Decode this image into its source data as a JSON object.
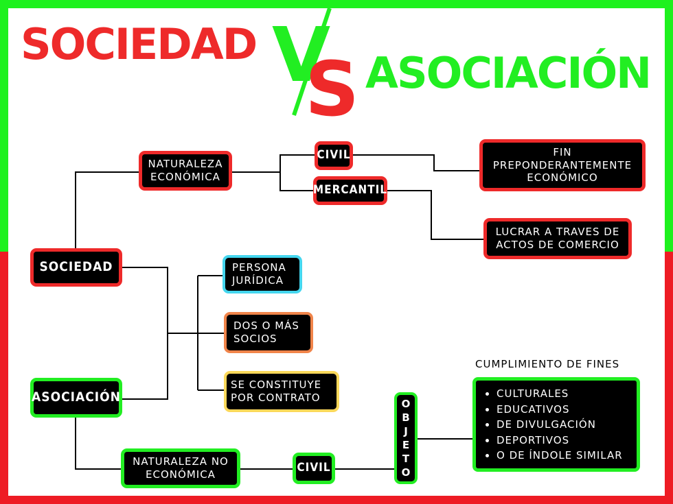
{
  "title": {
    "left": "SOCIEDAD",
    "vs": "VS",
    "right": "ASOCIACIÓN"
  },
  "colors": {
    "sociedad": "#ee2a2a",
    "asociacion": "#22ee22",
    "juridica": "#44d6ee",
    "socios": "#f0844a",
    "contrato": "#fbd85a"
  },
  "nodes": {
    "sociedad": "SOCIEDAD",
    "asociacion": "ASOCIACIÓN",
    "naturaleza_economica": "NATURALEZA ECONÓMICA",
    "civil_sociedad": "CIVIL",
    "mercantil": "MERCANTIL",
    "fin_preponderante": "FIN PREPONDERANTEMENTE ECONÓMICO",
    "lucrar": "LUCRAR A TRAVES DE ACTOS DE COMERCIO",
    "persona_juridica": "PERSONA JURÍDICA",
    "dos_socios": "DOS O MÁS SOCIOS",
    "contrato": "SE CONSTITUYE POR CONTRATO",
    "naturaleza_no_economica": "NATURALEZA NO ECONÓMICA",
    "civil_asociacion": "CIVIL",
    "objeto": [
      "O",
      "B",
      "J",
      "E",
      "T",
      "O"
    ]
  },
  "fines": {
    "title": "CUMPLIMIENTO DE FINES",
    "items": [
      "CULTURALES",
      "EDUCATIVOS",
      "DE DIVULGACIÓN",
      "DEPORTIVOS",
      "O DE ÍNDOLE SIMILAR"
    ]
  }
}
